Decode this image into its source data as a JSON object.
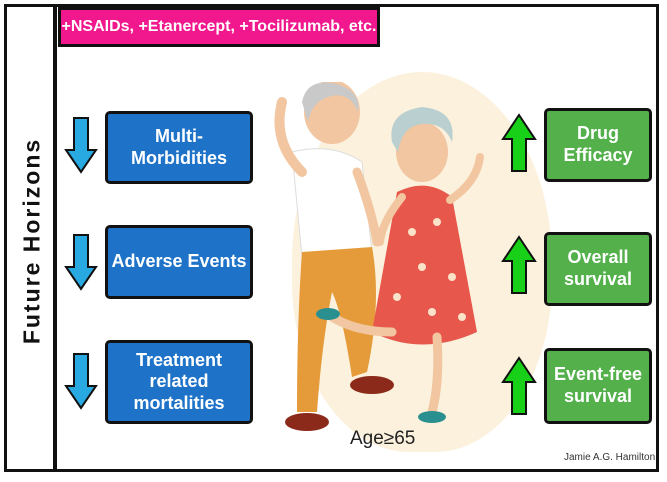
{
  "banner": {
    "text": "+NSAIDs, +Etanercept, +Tocilizumab, etc."
  },
  "side_title": "Future Horizons",
  "left_items": [
    {
      "line1": "Multi-Morbidities",
      "line2": ""
    },
    {
      "line1": "Adverse Events",
      "line2": ""
    },
    {
      "line1": "Treatment related",
      "line2": "mortalities"
    }
  ],
  "right_items": [
    {
      "line1": "Drug",
      "line2": "Efficacy"
    },
    {
      "line1": "Overall",
      "line2": "survival"
    },
    {
      "line1": "Event-free",
      "line2": "survival"
    }
  ],
  "age_label": "Age≥65",
  "credit": "Jamie A.G. Hamilton",
  "colors": {
    "banner": "#f0188c",
    "decrease_box": "#1e73c8",
    "increase_box": "#53b04b",
    "down_arrow": "#29a9e1",
    "up_arrow": "#18d018"
  },
  "icons": {
    "decrease": "down-arrow-icon",
    "increase": "up-arrow-icon",
    "illustration": "dancing-elderly-couple-icon"
  }
}
